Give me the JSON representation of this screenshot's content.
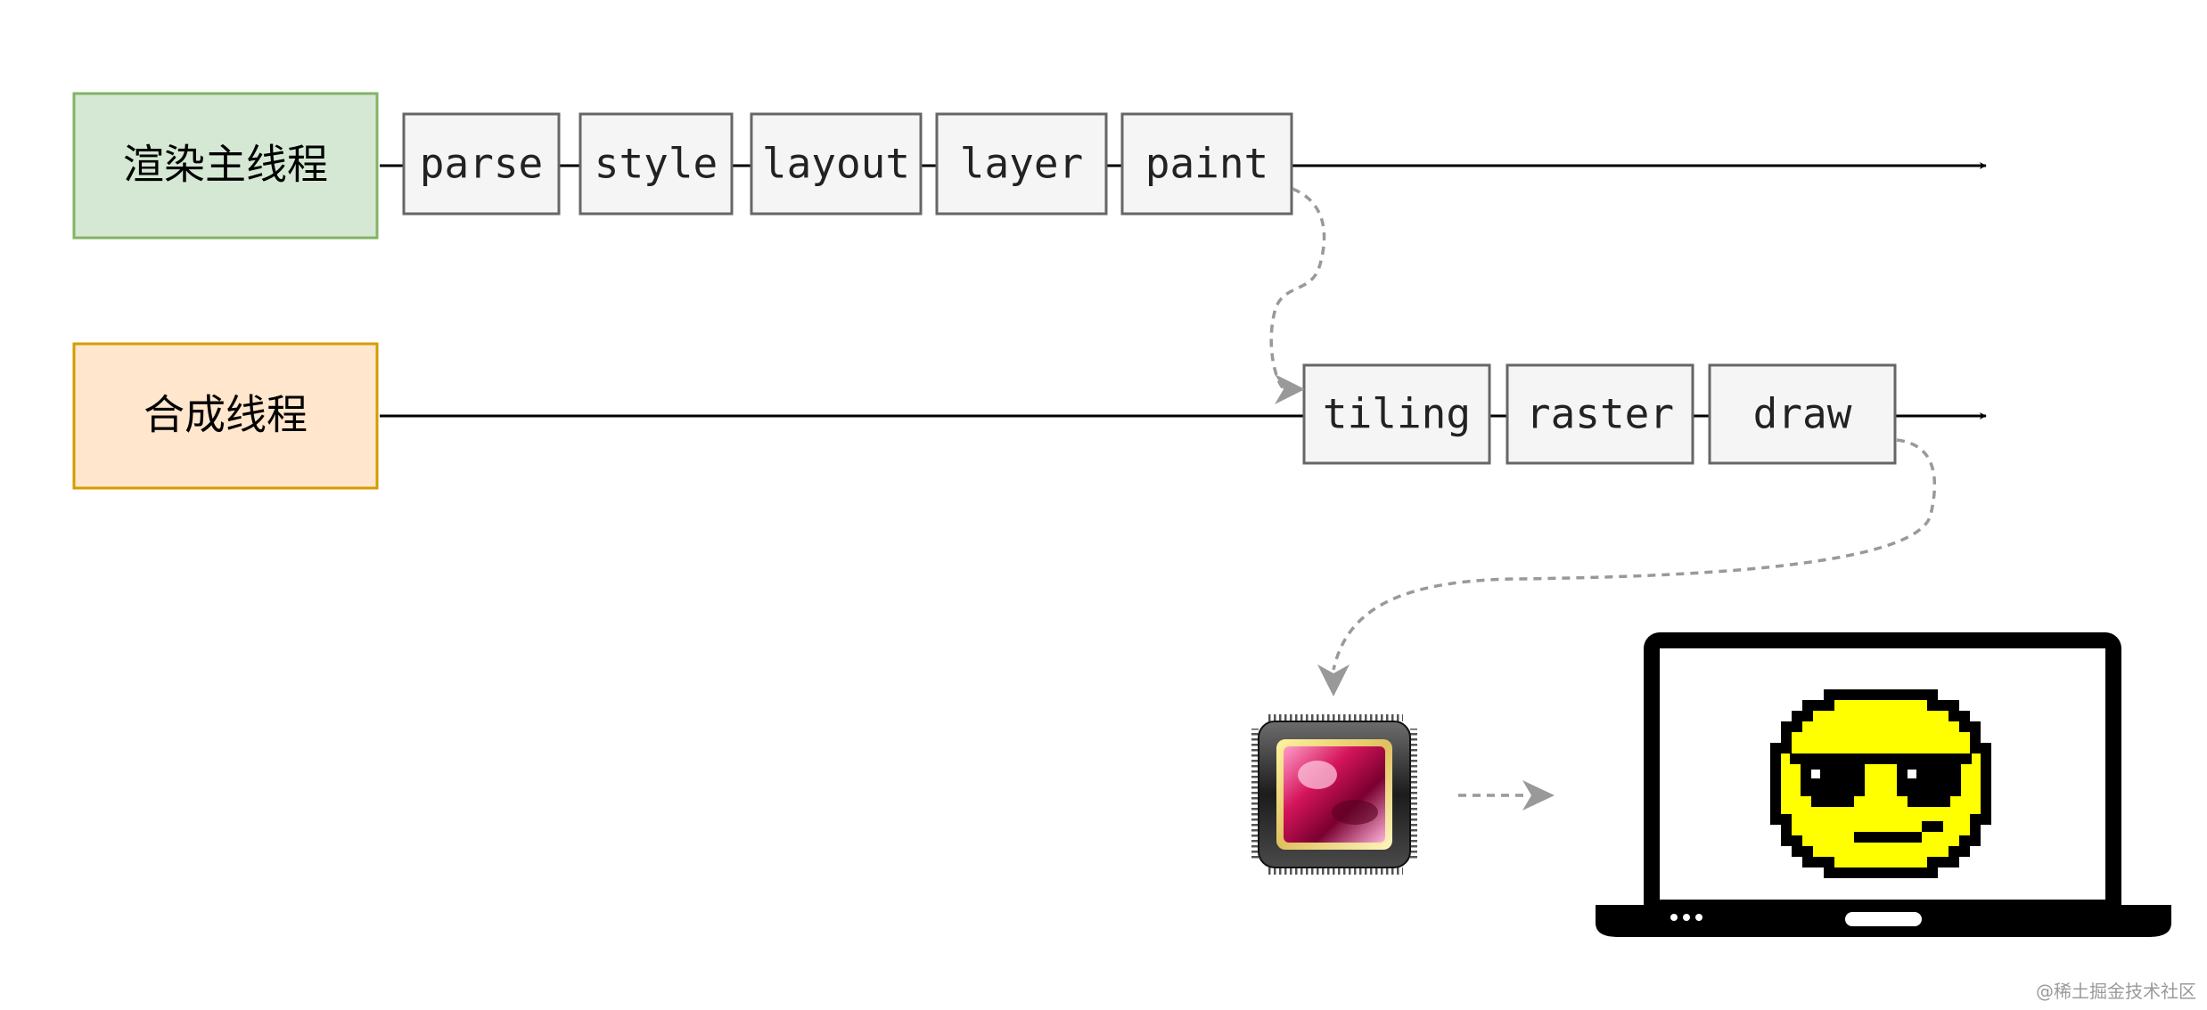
{
  "threads": {
    "main": {
      "label": "渲染主线程",
      "fill": "#d5e8d4",
      "stroke": "#82b366",
      "steps": [
        "parse",
        "style",
        "layout",
        "layer",
        "paint"
      ]
    },
    "compositor": {
      "label": "合成线程",
      "fill": "#ffe6cc",
      "stroke": "#d79b00",
      "steps": [
        "tiling",
        "raster",
        "draw"
      ]
    }
  },
  "step_style": {
    "fill": "#f5f5f5",
    "stroke": "#666666"
  },
  "connector_color": "#999999",
  "icons": {
    "gpu": "gpu-chip-icon",
    "screen": "laptop-screen-icon",
    "face": "sunglasses-smiley-icon"
  },
  "watermark": "@稀土掘金技术社区"
}
